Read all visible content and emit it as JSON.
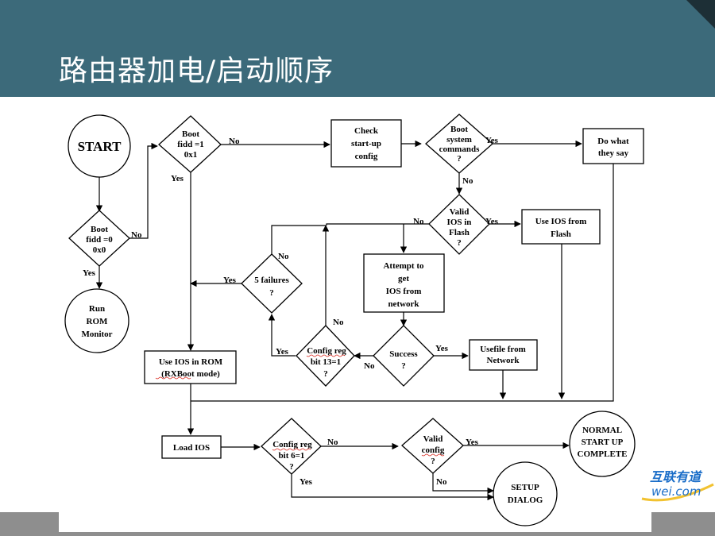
{
  "slide": {
    "title": "路由器加电/启动顺序"
  },
  "watermark": {
    "line1": "互联有道",
    "line2": "wei.com"
  },
  "diagram": {
    "nodes": {
      "start": [
        "START"
      ],
      "boot0": [
        "Boot",
        "fidd =0",
        "0x0"
      ],
      "run_rom": [
        "Run",
        "ROM",
        "Monitor"
      ],
      "boot1": [
        "Boot",
        "fidd =1",
        "0x1"
      ],
      "check_cfg": [
        "Check",
        "start-up",
        "config"
      ],
      "boot_cmds": [
        "Boot",
        "system",
        "commands",
        "?"
      ],
      "do_what": [
        "Do what",
        "they say"
      ],
      "valid_ios": [
        "Valid",
        "IOS in",
        "Flash",
        "?"
      ],
      "use_flash": [
        "Use IOS from",
        "Flash"
      ],
      "attempt": [
        "Attempt to",
        "get",
        "IOS from",
        "network"
      ],
      "five_fail": [
        "5 failures",
        "?"
      ],
      "success": [
        "Success",
        "?"
      ],
      "usefile": [
        "Usefile from",
        "Network"
      ],
      "cfgreg13": [
        "Config reg",
        "bit 13=1",
        "?"
      ],
      "use_rom": [
        "Use IOS in ROM",
        "(RXBoot mode)"
      ],
      "load_ios": [
        "Load IOS"
      ],
      "cfgreg6": [
        "Config reg",
        "bit 6=1",
        "?"
      ],
      "valid_cfg": [
        "Valid",
        "config",
        "?"
      ],
      "normal": [
        "NORMAL",
        "START UP",
        "COMPLETE"
      ],
      "setup": [
        "SETUP",
        "DIALOG"
      ]
    },
    "edge_labels": {
      "boot0_no": "No",
      "boot0_yes": "Yes",
      "boot1_no": "No",
      "boot1_yes": "Yes",
      "boot_cmds_yes": "Yes",
      "boot_cmds_no": "No",
      "valid_ios_no": "No",
      "valid_ios_yes": "Yes",
      "five_fail_no": "No",
      "five_fail_yes": "Yes",
      "cfgreg13_no": "No",
      "cfgreg13_yes": "Yes",
      "success_no": "No",
      "success_yes": "Yes",
      "cfgreg6_no": "No",
      "cfgreg6_yes": "Yes",
      "valid_cfg_yes": "Yes",
      "valid_cfg_no": "No"
    }
  }
}
